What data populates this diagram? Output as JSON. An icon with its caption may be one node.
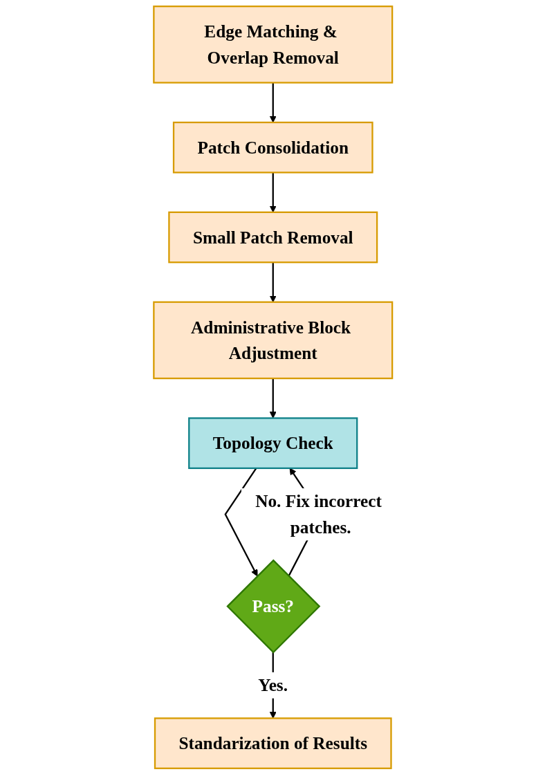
{
  "diagram": {
    "nodes": [
      {
        "text": [
          "Edge Matching & Overlap Removal"
        ]
      },
      {
        "text": [
          "Patch Consolidation"
        ]
      },
      {
        "text": [
          "Small Patch Removal"
        ]
      },
      {
        "text": [
          "Administrative Block Adjustment"
        ]
      },
      {
        "text": [
          "Topology Check"
        ]
      },
      {
        "text": [
          "Pass?"
        ]
      },
      {
        "text": [
          "Standarization of Results"
        ]
      }
    ],
    "edges": [
      {
        "from": 0,
        "to": 1,
        "arrow": "to"
      },
      {
        "from": 1,
        "to": 2,
        "arrow": "to"
      },
      {
        "from": 2,
        "to": 3,
        "arrow": "to"
      },
      {
        "from": 3,
        "to": 4,
        "arrow": "to"
      },
      {
        "from": 4,
        "to": 5,
        "arrow": "to"
      },
      {
        "from": 5,
        "to": 4,
        "arrow": "to",
        "label": "No. Fix incorrect patches."
      },
      {
        "from": 5,
        "to": 6,
        "arrow": "to",
        "label": "Yes."
      }
    ]
  }
}
